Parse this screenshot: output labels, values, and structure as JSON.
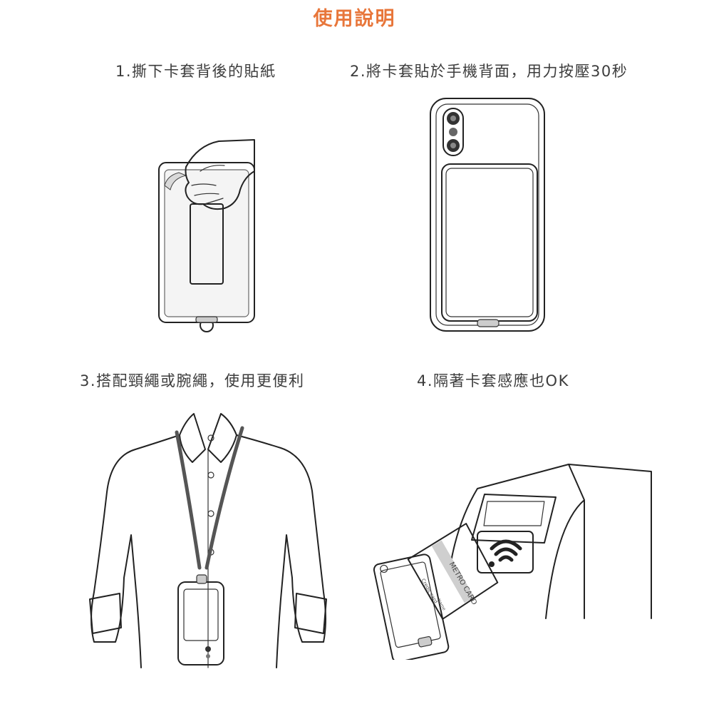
{
  "title": "使用說明",
  "steps": [
    {
      "label": "1.撕下卡套背後的貼紙"
    },
    {
      "label": "2.將卡套貼於手機背面，用力按壓30秒"
    },
    {
      "label": "3.搭配頸繩或腕繩，使用更便利"
    },
    {
      "label": "4.隔著卡套感應也OK"
    }
  ],
  "card": {
    "metro": "METRO CARD",
    "credit": "Credit card",
    "name": "Name"
  },
  "colors": {
    "title": "#e8763a",
    "line": "#222222",
    "lanyard": "#555555"
  }
}
